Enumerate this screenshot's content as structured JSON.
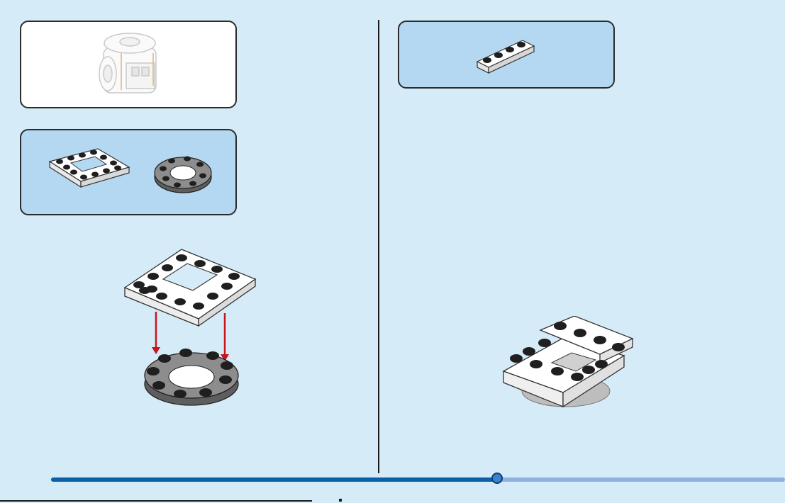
{
  "page": {
    "background": "#d6ebf8",
    "accent": "#0a5fa8",
    "arrow_color": "#c4161c"
  },
  "steps": {
    "left": {
      "model_preview_icon": "robot-module-preview",
      "parts": [
        "plate-4x4-open-center",
        "round-plate-4x4-turntable"
      ],
      "assembly_icon": "attach-plate-arrows"
    },
    "right": {
      "parts": [
        "plate-1x4"
      ],
      "assembly_icon": "stacked-plates-result"
    }
  },
  "progress": {
    "fraction": 0.608
  }
}
